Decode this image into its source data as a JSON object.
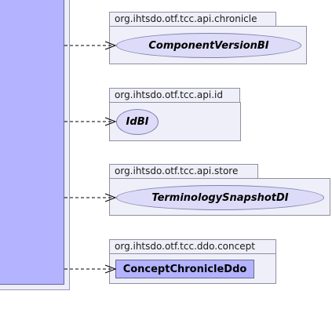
{
  "packages": [
    {
      "name": "org.ihtsdo.otf.tcc.api.chronicle",
      "element": "ComponentVersionBI",
      "kind": "interface"
    },
    {
      "name": "org.ihtsdo.otf.tcc.api.id",
      "element": "IdBI",
      "kind": "interface"
    },
    {
      "name": "org.ihtsdo.otf.tcc.api.store",
      "element": "TerminologySnapshotDI",
      "kind": "interface"
    },
    {
      "name": "org.ihtsdo.otf.tcc.ddo.concept",
      "element": "ConceptChronicleDdo",
      "kind": "class"
    }
  ],
  "colors": {
    "class_fill": "#b3b3ff",
    "interface_fill": "#dcdcf8",
    "package_fill": "#efeff9",
    "package_border": "#8f8f9f"
  }
}
